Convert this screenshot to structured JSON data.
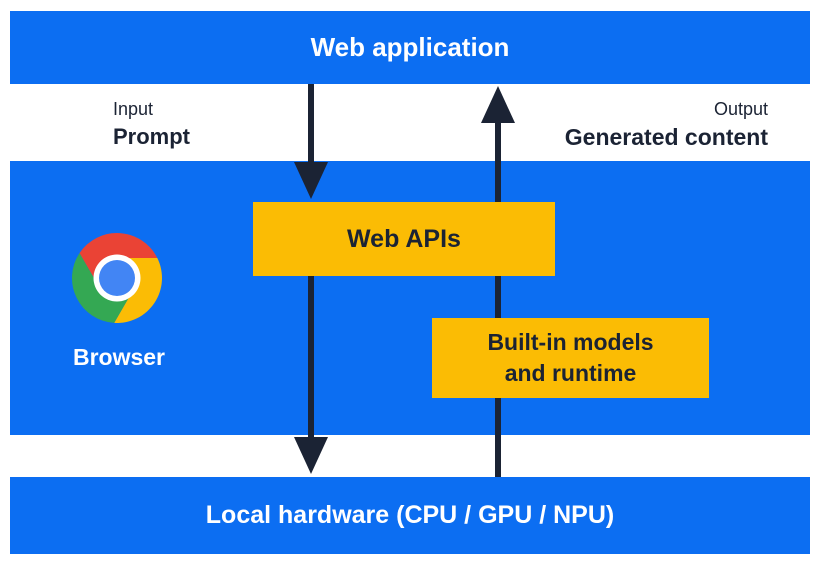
{
  "diagram": {
    "top_bar": {
      "label": "Web application"
    },
    "flow_labels": {
      "input_title": "Input",
      "input_value": "Prompt",
      "output_title": "Output",
      "output_value": "Generated content"
    },
    "browser": {
      "label": "Browser",
      "icon": "chrome-icon"
    },
    "boxes": {
      "web_apis": {
        "label": "Web APIs"
      },
      "builtin": {
        "line1": "Built-in models",
        "line2": "and runtime"
      }
    },
    "bottom_bar": {
      "label": "Local hardware (CPU / GPU / NPU)"
    },
    "arrows": {
      "down": "prompt flows from web application through Web APIs to local hardware",
      "up": "generated content flows from local hardware through built-in models and runtime to web application"
    },
    "colors": {
      "panel_blue": "#0c6ef2",
      "box_yellow": "#fbbc04",
      "ink_navy": "#1b2334",
      "text_white": "#ffffff",
      "chrome_red": "#ea4335",
      "chrome_yellow": "#fbbc05",
      "chrome_green": "#34a853",
      "chrome_blue": "#4285f4"
    }
  }
}
